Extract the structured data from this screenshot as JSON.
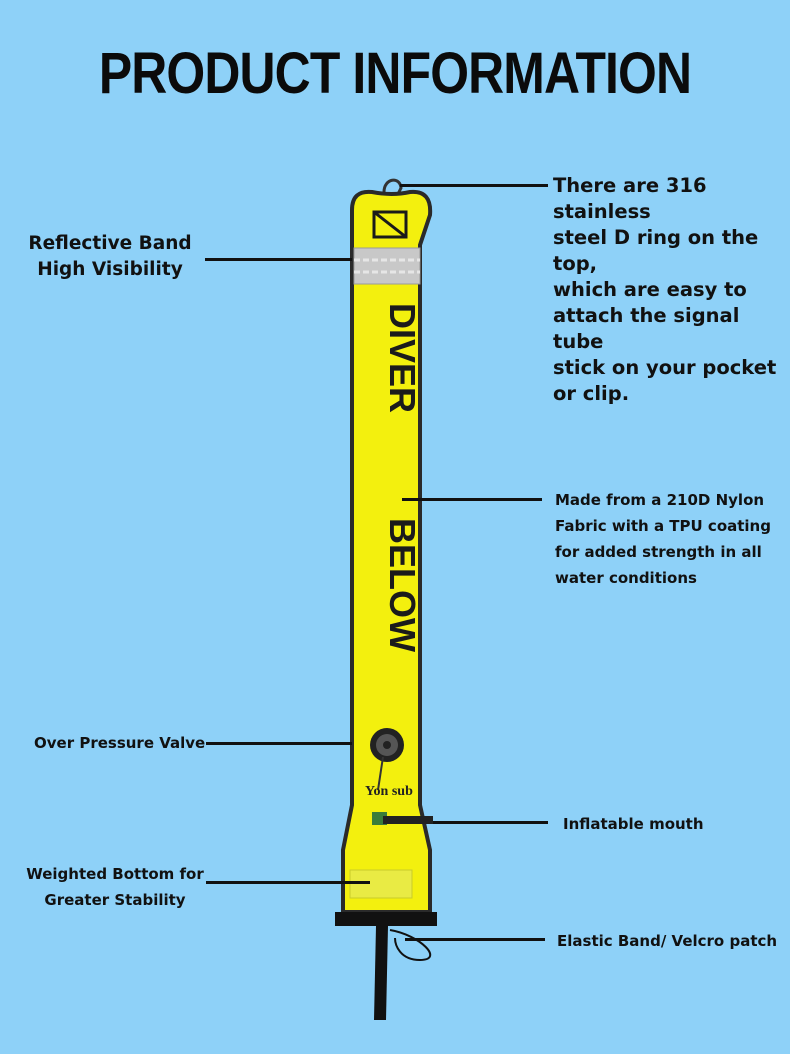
{
  "header": {
    "title": "PRODUCT INFORMATION"
  },
  "product": {
    "tube_text_1": "DIVER",
    "tube_text_2": "BELOW",
    "brand": "Yon sub",
    "colors": {
      "background": "#8ed1f8",
      "tube": "#f3f00e",
      "edge": "#2a2a2a",
      "reflective": "#c8c8c8"
    }
  },
  "callouts": {
    "reflective": [
      "Reflective Band",
      "High Visibility"
    ],
    "d_ring": [
      "There are 316 stainless",
      "steel D ring on the top,",
      "which are easy to",
      "attach the signal tube",
      "stick on your pocket",
      "or clip."
    ],
    "material": [
      "Made from a 210D Nylon",
      "Fabric with a TPU coating",
      "for added strength in all",
      "water conditions"
    ],
    "valve": [
      "Over Pressure Valve"
    ],
    "mouth": [
      "Inflatable mouth"
    ],
    "weighted": [
      "Weighted Bottom for",
      "Greater Stability"
    ],
    "elastic": [
      "Elastic Band/ Velcro patch"
    ]
  }
}
